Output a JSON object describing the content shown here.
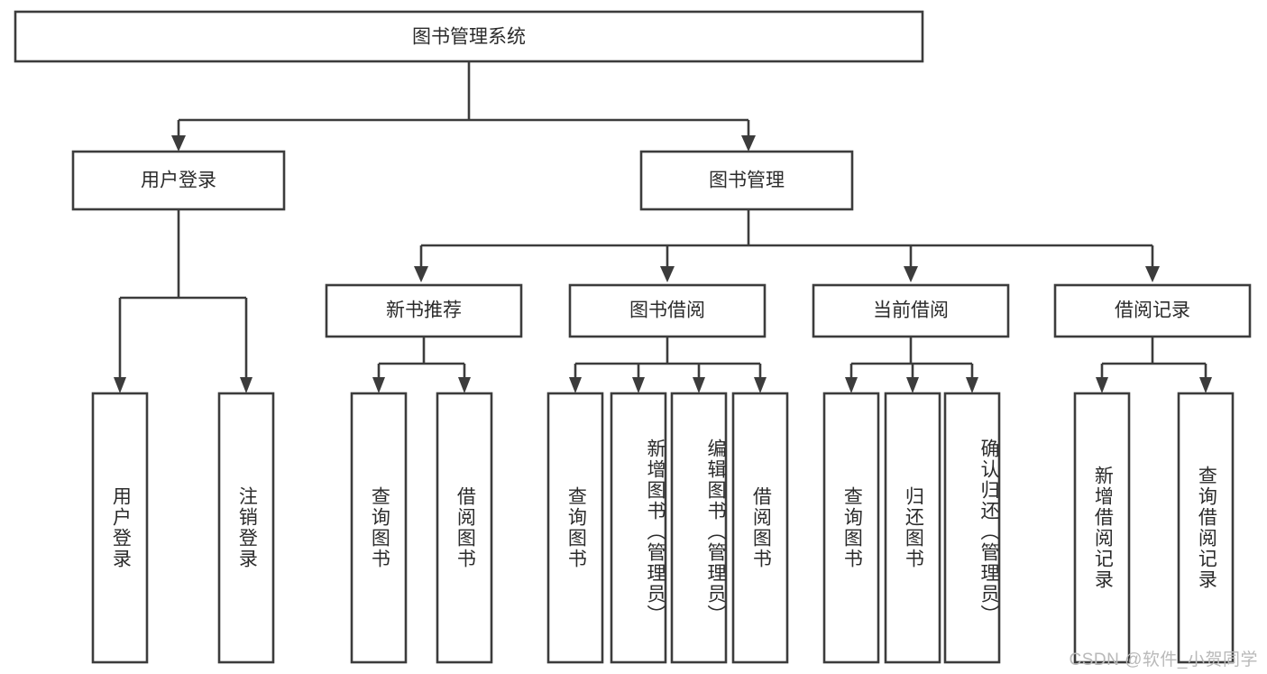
{
  "diagram": {
    "type": "tree",
    "title": "图书管理系统",
    "watermark": "CSDN @软件_小贺同学",
    "colors": {
      "stroke": "#3c3c3c",
      "box_fill": "#ffffff",
      "text": "#2b2b2b",
      "background": "#ffffff",
      "watermark": "#b9b9b9"
    },
    "root": {
      "id": "root",
      "label": "图书管理系统"
    },
    "level1": [
      {
        "id": "user-login",
        "label": "用户登录"
      },
      {
        "id": "book-manage",
        "label": "图书管理"
      }
    ],
    "level2": [
      {
        "id": "new-book-recommend",
        "label": "新书推荐",
        "parent": "book-manage"
      },
      {
        "id": "book-borrow",
        "label": "图书借阅",
        "parent": "book-manage"
      },
      {
        "id": "current-borrow",
        "label": "当前借阅",
        "parent": "book-manage"
      },
      {
        "id": "borrow-record",
        "label": "借阅记录",
        "parent": "book-manage"
      }
    ],
    "leaves": {
      "user-login": [
        {
          "id": "leaf-user-login",
          "label": "用户登录"
        },
        {
          "id": "leaf-user-logout",
          "label": "注销登录"
        }
      ],
      "new-book-recommend": [
        {
          "id": "leaf-query-book-1",
          "label": "查询图书"
        },
        {
          "id": "leaf-borrow-book-1",
          "label": "借阅图书"
        }
      ],
      "book-borrow": [
        {
          "id": "leaf-query-book-2",
          "label": "查询图书"
        },
        {
          "id": "leaf-add-book",
          "label": "新增图书（管理员）"
        },
        {
          "id": "leaf-edit-book",
          "label": "编辑图书（管理员）"
        },
        {
          "id": "leaf-borrow-book-2",
          "label": "借阅图书"
        }
      ],
      "current-borrow": [
        {
          "id": "leaf-query-book-3",
          "label": "查询图书"
        },
        {
          "id": "leaf-return-book",
          "label": "归还图书"
        },
        {
          "id": "leaf-confirm-return",
          "label": "确认归还（管理员）"
        }
      ],
      "borrow-record": [
        {
          "id": "leaf-add-record",
          "label": "新增借阅记录"
        },
        {
          "id": "leaf-query-record",
          "label": "查询借阅记录"
        }
      ]
    }
  }
}
